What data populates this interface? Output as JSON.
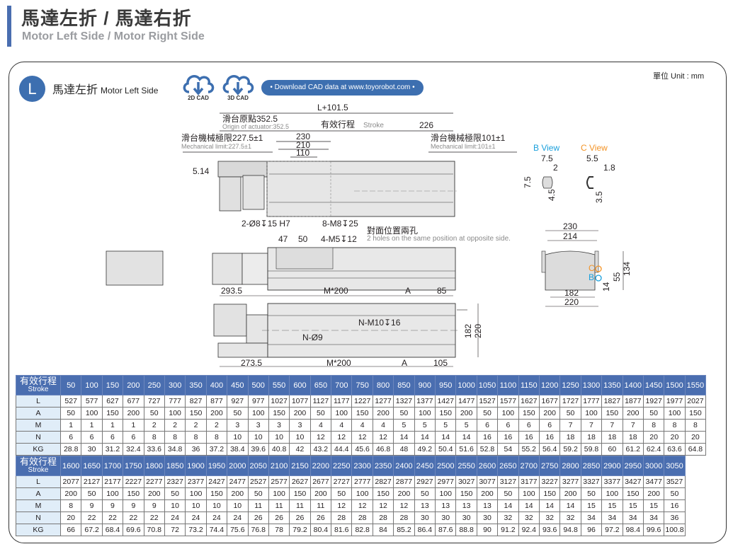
{
  "header": {
    "title": "馬達左折 / 馬達右折",
    "subtitle": "Motor Left Side / Motor Right Side"
  },
  "section": {
    "badge": "L",
    "title_zh": "馬達左折",
    "title_en": "Motor Left Side",
    "cad_buttons": [
      {
        "label": "2D CAD",
        "icon": "cloud-download-icon"
      },
      {
        "label": "3D CAD",
        "icon": "cloud-download-icon"
      }
    ],
    "download_label": "• Download CAD data at www.toyorobot.com •",
    "unit": "單位 Unit : mm"
  },
  "drawing": {
    "top_dims": {
      "overall": "L+101.5",
      "origin_zh": "滑台原點352.5",
      "origin_en": "Origin of actuator:352.5",
      "stroke_zh": "有效行程",
      "stroke_en": "Stroke",
      "end": "226",
      "mech_left_zh": "滑台機械極限227.5±1",
      "mech_left_en": "Mechanical limit:227.5±1",
      "mech_right_zh": "滑台機械極限101±1",
      "mech_right_en": "Mechanical limit:101±1",
      "d230": "230",
      "d210": "210",
      "d110": "110",
      "d514": "5.14",
      "hole1": "2-Ø8↧15 H7",
      "hole2": "8-M8↧25",
      "opp_zh": "對面位置兩孔",
      "opp_en": "2 holes on the same position at opposite side.",
      "d47": "47",
      "d50": "50",
      "hole3": "4-M5↧12"
    },
    "b_view": {
      "title": "B View",
      "w": "7.5",
      "w2": "2",
      "h": "7.5",
      "h2": "4.5"
    },
    "c_view": {
      "title": "C View",
      "w": "5.5",
      "w2": "1.8",
      "h": "3.5"
    },
    "end_view": {
      "d230": "230",
      "d214": "214",
      "d182": "182",
      "d220": "220",
      "d134": "134",
      "d55": "55",
      "d14": "14",
      "c": "C",
      "b": "B"
    },
    "bottom_dims": {
      "d2935": "293.5",
      "m200_top": "M*200",
      "a_top": "A",
      "d85": "85",
      "hole_m10": "N-M10↧16",
      "hole_9": "N-Ø9",
      "d182": "182",
      "d220": "220",
      "d2735": "273.5",
      "m200_bot": "M*200",
      "a_bot": "A",
      "d105": "105"
    },
    "colors": {
      "b_view": "#1aa0dc",
      "c_view": "#f39325",
      "accent": "#3d6fb0"
    }
  },
  "tables": [
    {
      "header_zh": "有效行程",
      "header_en": "Stroke",
      "strokes": [
        "50",
        "100",
        "150",
        "200",
        "250",
        "300",
        "350",
        "400",
        "450",
        "500",
        "550",
        "600",
        "650",
        "700",
        "750",
        "800",
        "850",
        "900",
        "950",
        "1000",
        "1050",
        "1100",
        "1150",
        "1200",
        "1250",
        "1300",
        "1350",
        "1400",
        "1450",
        "1500",
        "1550"
      ],
      "rows": [
        {
          "label": "L",
          "values": [
            "527",
            "577",
            "627",
            "677",
            "727",
            "777",
            "827",
            "877",
            "927",
            "977",
            "1027",
            "1077",
            "1127",
            "1177",
            "1227",
            "1277",
            "1327",
            "1377",
            "1427",
            "1477",
            "1527",
            "1577",
            "1627",
            "1677",
            "1727",
            "1777",
            "1827",
            "1877",
            "1927",
            "1977",
            "2027"
          ]
        },
        {
          "label": "A",
          "values": [
            "50",
            "100",
            "150",
            "200",
            "50",
            "100",
            "150",
            "200",
            "50",
            "100",
            "150",
            "200",
            "50",
            "100",
            "150",
            "200",
            "50",
            "100",
            "150",
            "200",
            "50",
            "100",
            "150",
            "200",
            "50",
            "100",
            "150",
            "200",
            "50",
            "100",
            "150"
          ]
        },
        {
          "label": "M",
          "values": [
            "1",
            "1",
            "1",
            "1",
            "2",
            "2",
            "2",
            "2",
            "3",
            "3",
            "3",
            "3",
            "4",
            "4",
            "4",
            "4",
            "5",
            "5",
            "5",
            "5",
            "6",
            "6",
            "6",
            "6",
            "7",
            "7",
            "7",
            "7",
            "8",
            "8",
            "8"
          ]
        },
        {
          "label": "N",
          "values": [
            "6",
            "6",
            "6",
            "6",
            "8",
            "8",
            "8",
            "8",
            "10",
            "10",
            "10",
            "10",
            "12",
            "12",
            "12",
            "12",
            "14",
            "14",
            "14",
            "14",
            "16",
            "16",
            "16",
            "16",
            "18",
            "18",
            "18",
            "18",
            "20",
            "20",
            "20"
          ]
        },
        {
          "label": "KG",
          "values": [
            "28.8",
            "30",
            "31.2",
            "32.4",
            "33.6",
            "34.8",
            "36",
            "37.2",
            "38.4",
            "39.6",
            "40.8",
            "42",
            "43.2",
            "44.4",
            "45.6",
            "46.8",
            "48",
            "49.2",
            "50.4",
            "51.6",
            "52.8",
            "54",
            "55.2",
            "56.4",
            "59.2",
            "59.8",
            "60",
            "61.2",
            "62.4",
            "63.6",
            "64.8"
          ]
        }
      ]
    },
    {
      "header_zh": "有效行程",
      "header_en": "Stroke",
      "strokes": [
        "1600",
        "1650",
        "1700",
        "1750",
        "1800",
        "1850",
        "1900",
        "1950",
        "2000",
        "2050",
        "2100",
        "2150",
        "2200",
        "2250",
        "2300",
        "2350",
        "2400",
        "2450",
        "2500",
        "2550",
        "2600",
        "2650",
        "2700",
        "2750",
        "2800",
        "2850",
        "2900",
        "2950",
        "3000",
        "3050"
      ],
      "rows": [
        {
          "label": "L",
          "values": [
            "2077",
            "2127",
            "2177",
            "2227",
            "2277",
            "2327",
            "2377",
            "2427",
            "2477",
            "2527",
            "2577",
            "2627",
            "2677",
            "2727",
            "2777",
            "2827",
            "2877",
            "2927",
            "2977",
            "3027",
            "3077",
            "3127",
            "3177",
            "3227",
            "3277",
            "3327",
            "3377",
            "3427",
            "3477",
            "3527"
          ]
        },
        {
          "label": "A",
          "values": [
            "200",
            "50",
            "100",
            "150",
            "200",
            "50",
            "100",
            "150",
            "200",
            "50",
            "100",
            "150",
            "200",
            "50",
            "100",
            "150",
            "200",
            "50",
            "100",
            "150",
            "200",
            "50",
            "100",
            "150",
            "200",
            "50",
            "100",
            "150",
            "200",
            "50"
          ]
        },
        {
          "label": "M",
          "values": [
            "8",
            "9",
            "9",
            "9",
            "9",
            "10",
            "10",
            "10",
            "10",
            "11",
            "11",
            "11",
            "11",
            "12",
            "12",
            "12",
            "12",
            "13",
            "13",
            "13",
            "13",
            "14",
            "14",
            "14",
            "14",
            "15",
            "15",
            "15",
            "15",
            "16"
          ]
        },
        {
          "label": "N",
          "values": [
            "20",
            "22",
            "22",
            "22",
            "22",
            "24",
            "24",
            "24",
            "24",
            "26",
            "26",
            "26",
            "26",
            "28",
            "28",
            "28",
            "28",
            "30",
            "30",
            "30",
            "30",
            "32",
            "32",
            "32",
            "32",
            "34",
            "34",
            "34",
            "34",
            "36"
          ]
        },
        {
          "label": "KG",
          "values": [
            "66",
            "67.2",
            "68.4",
            "69.6",
            "70.8",
            "72",
            "73.2",
            "74.4",
            "75.6",
            "76.8",
            "78",
            "79.2",
            "80.4",
            "81.6",
            "82.8",
            "84",
            "85.2",
            "86.4",
            "87.6",
            "88.8",
            "90",
            "91.2",
            "92.4",
            "93.6",
            "94.8",
            "96",
            "97.2",
            "98.4",
            "99.6",
            "100.8"
          ]
        }
      ]
    }
  ]
}
